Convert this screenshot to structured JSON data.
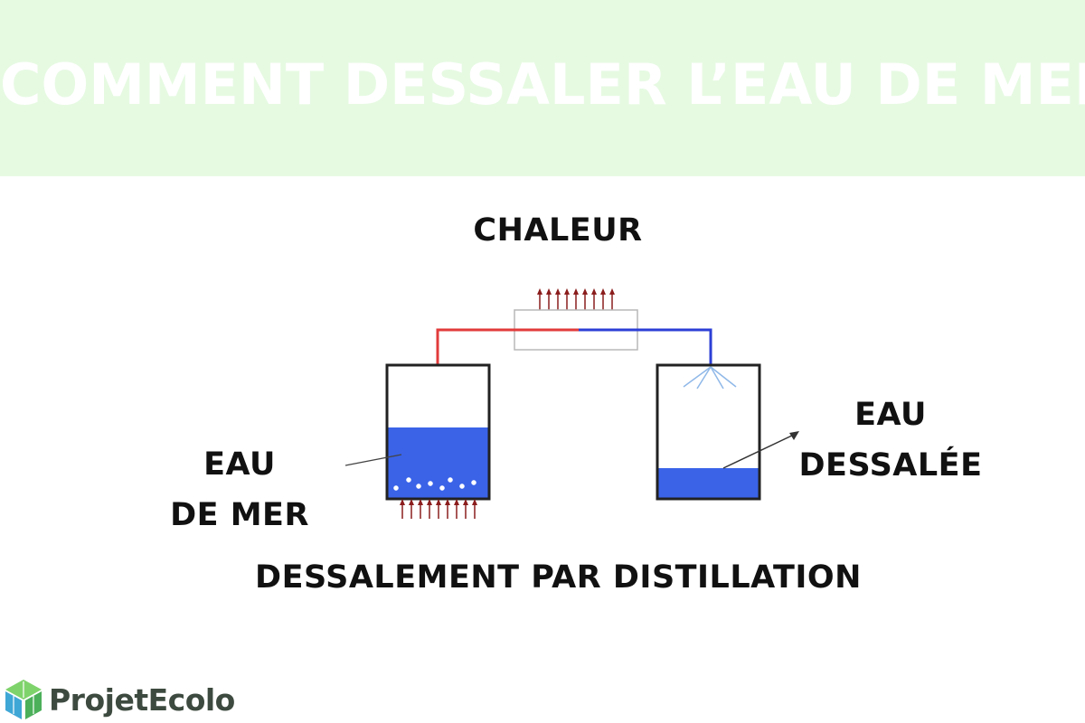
{
  "header": {
    "title": "COMMENT DESSALER L’EAU DE MER ?",
    "background": "#e6fae2"
  },
  "diagram": {
    "heat_label": "CHALEUR",
    "sea_water_label_line1": "EAU",
    "sea_water_label_line2": "DE MER",
    "desalinated_label_line1": "EAU",
    "desalinated_label_line2": "DESSALÉE",
    "caption": "DESSALEMENT PAR DISTILLATION",
    "water_color": "#3a63e8",
    "hot_pipe_color": "#e23b3b",
    "cold_pipe_color": "#2c3fd6",
    "heat_arrow_color": "#8b1d1d"
  },
  "brand": {
    "name": "ProjetEcolo",
    "icon": "leaf-cube-icon",
    "icon_colors": [
      "#7fd36b",
      "#3fa7d6",
      "#4cb05a"
    ]
  }
}
